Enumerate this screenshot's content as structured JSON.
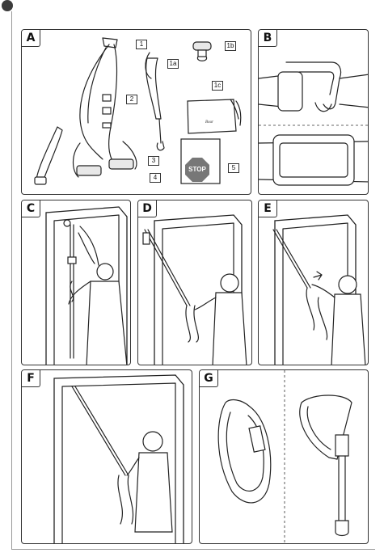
{
  "page": {
    "corner_badge": ""
  },
  "panels": {
    "A": {
      "label": "A",
      "callouts": [
        "1",
        "1a",
        "1b",
        "1c",
        "2",
        "3",
        "4",
        "5"
      ],
      "stop_text": "STOP",
      "pouch_text": "Bour"
    },
    "B": {
      "label": "B"
    },
    "C": {
      "label": "C"
    },
    "D": {
      "label": "D"
    },
    "E": {
      "label": "E"
    },
    "F": {
      "label": "F"
    },
    "G": {
      "label": "G"
    }
  }
}
